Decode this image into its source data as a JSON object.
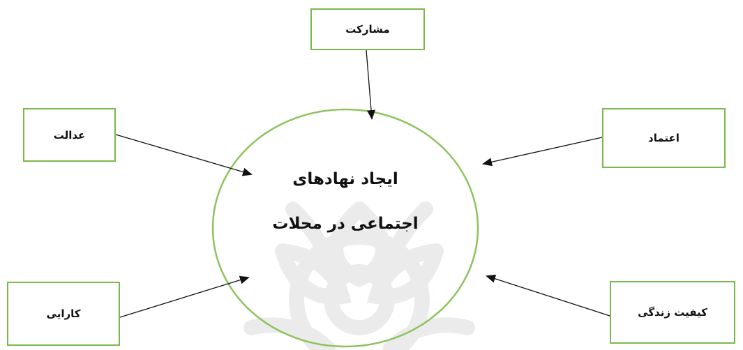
{
  "center": {
    "line1": "ایجاد نهادهای",
    "line2": "اجتماعی در محلات"
  },
  "boxes": {
    "participation": "مشارکت",
    "justice": "عدالت",
    "trust": "اعتماد",
    "efficiency": "کارایی",
    "quality_of_life": "کیفیت زندگی"
  },
  "colors": {
    "box_border": "#79b94a",
    "ellipse_stroke": "#8dc35e",
    "arrow": "#111111"
  }
}
